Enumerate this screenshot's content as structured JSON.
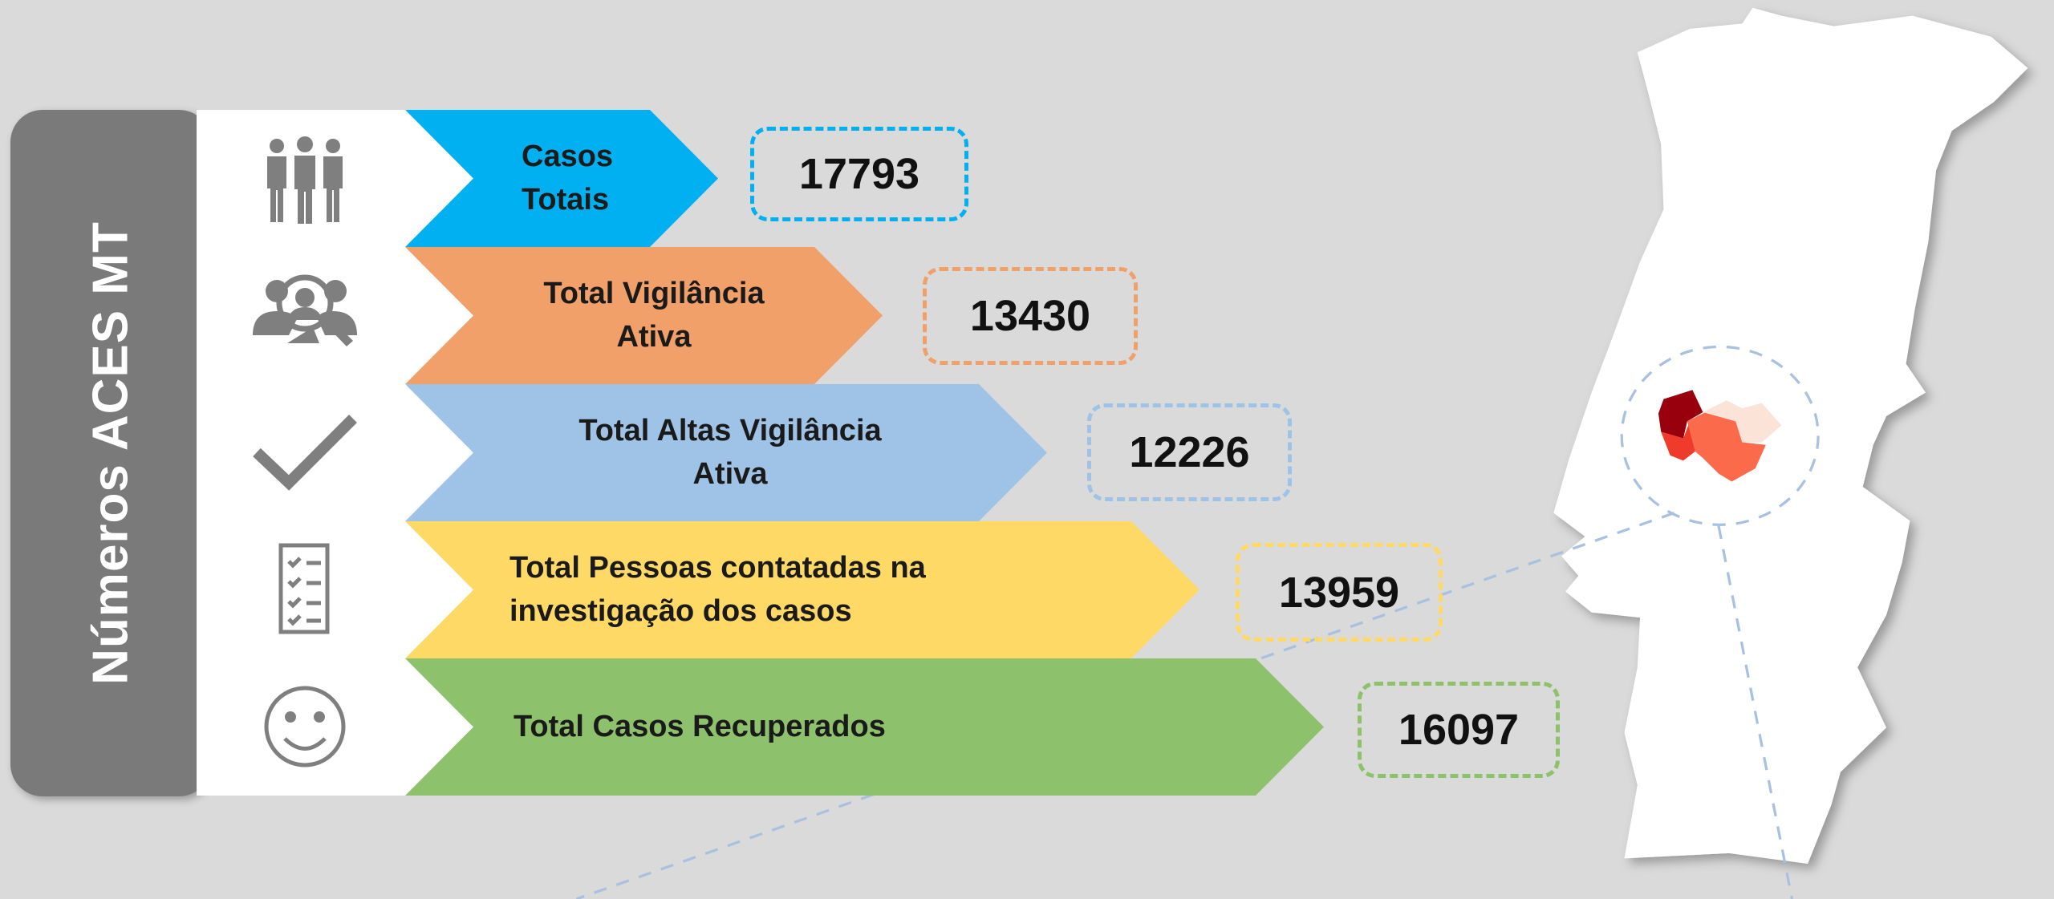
{
  "sidebar": {
    "title": "Números ACES MT"
  },
  "rows": [
    {
      "label_lines": [
        "Casos",
        "Totais"
      ],
      "value": "17793",
      "icon": "people-group-icon",
      "color": "#00b0f0"
    },
    {
      "label_lines": [
        "Total Vigilância",
        "Ativa"
      ],
      "value": "13430",
      "icon": "search-people-icon",
      "color": "#f0a068"
    },
    {
      "label_lines": [
        "Total Altas Vigilância",
        "Ativa"
      ],
      "value": "12226",
      "icon": "checkmark-icon",
      "color": "#9fc3e7"
    },
    {
      "label_lines": [
        "Total Pessoas contatadas na",
        "investigação dos casos"
      ],
      "value": "13959",
      "icon": "checklist-icon",
      "color": "#ffd966"
    },
    {
      "label_lines": [
        "Total Casos Recuperados"
      ],
      "value": "16097",
      "icon": "smiley-icon",
      "color": "#8dc16b"
    }
  ],
  "colors": {
    "background": "#dadada",
    "sidebar": "#7a7a7a",
    "icon": "#7f7f7f",
    "map_dark": "#99000d",
    "map_mid": "#ef3b2c",
    "map_light": "#fb6a4a",
    "map_pale": "#fbe3d8"
  }
}
